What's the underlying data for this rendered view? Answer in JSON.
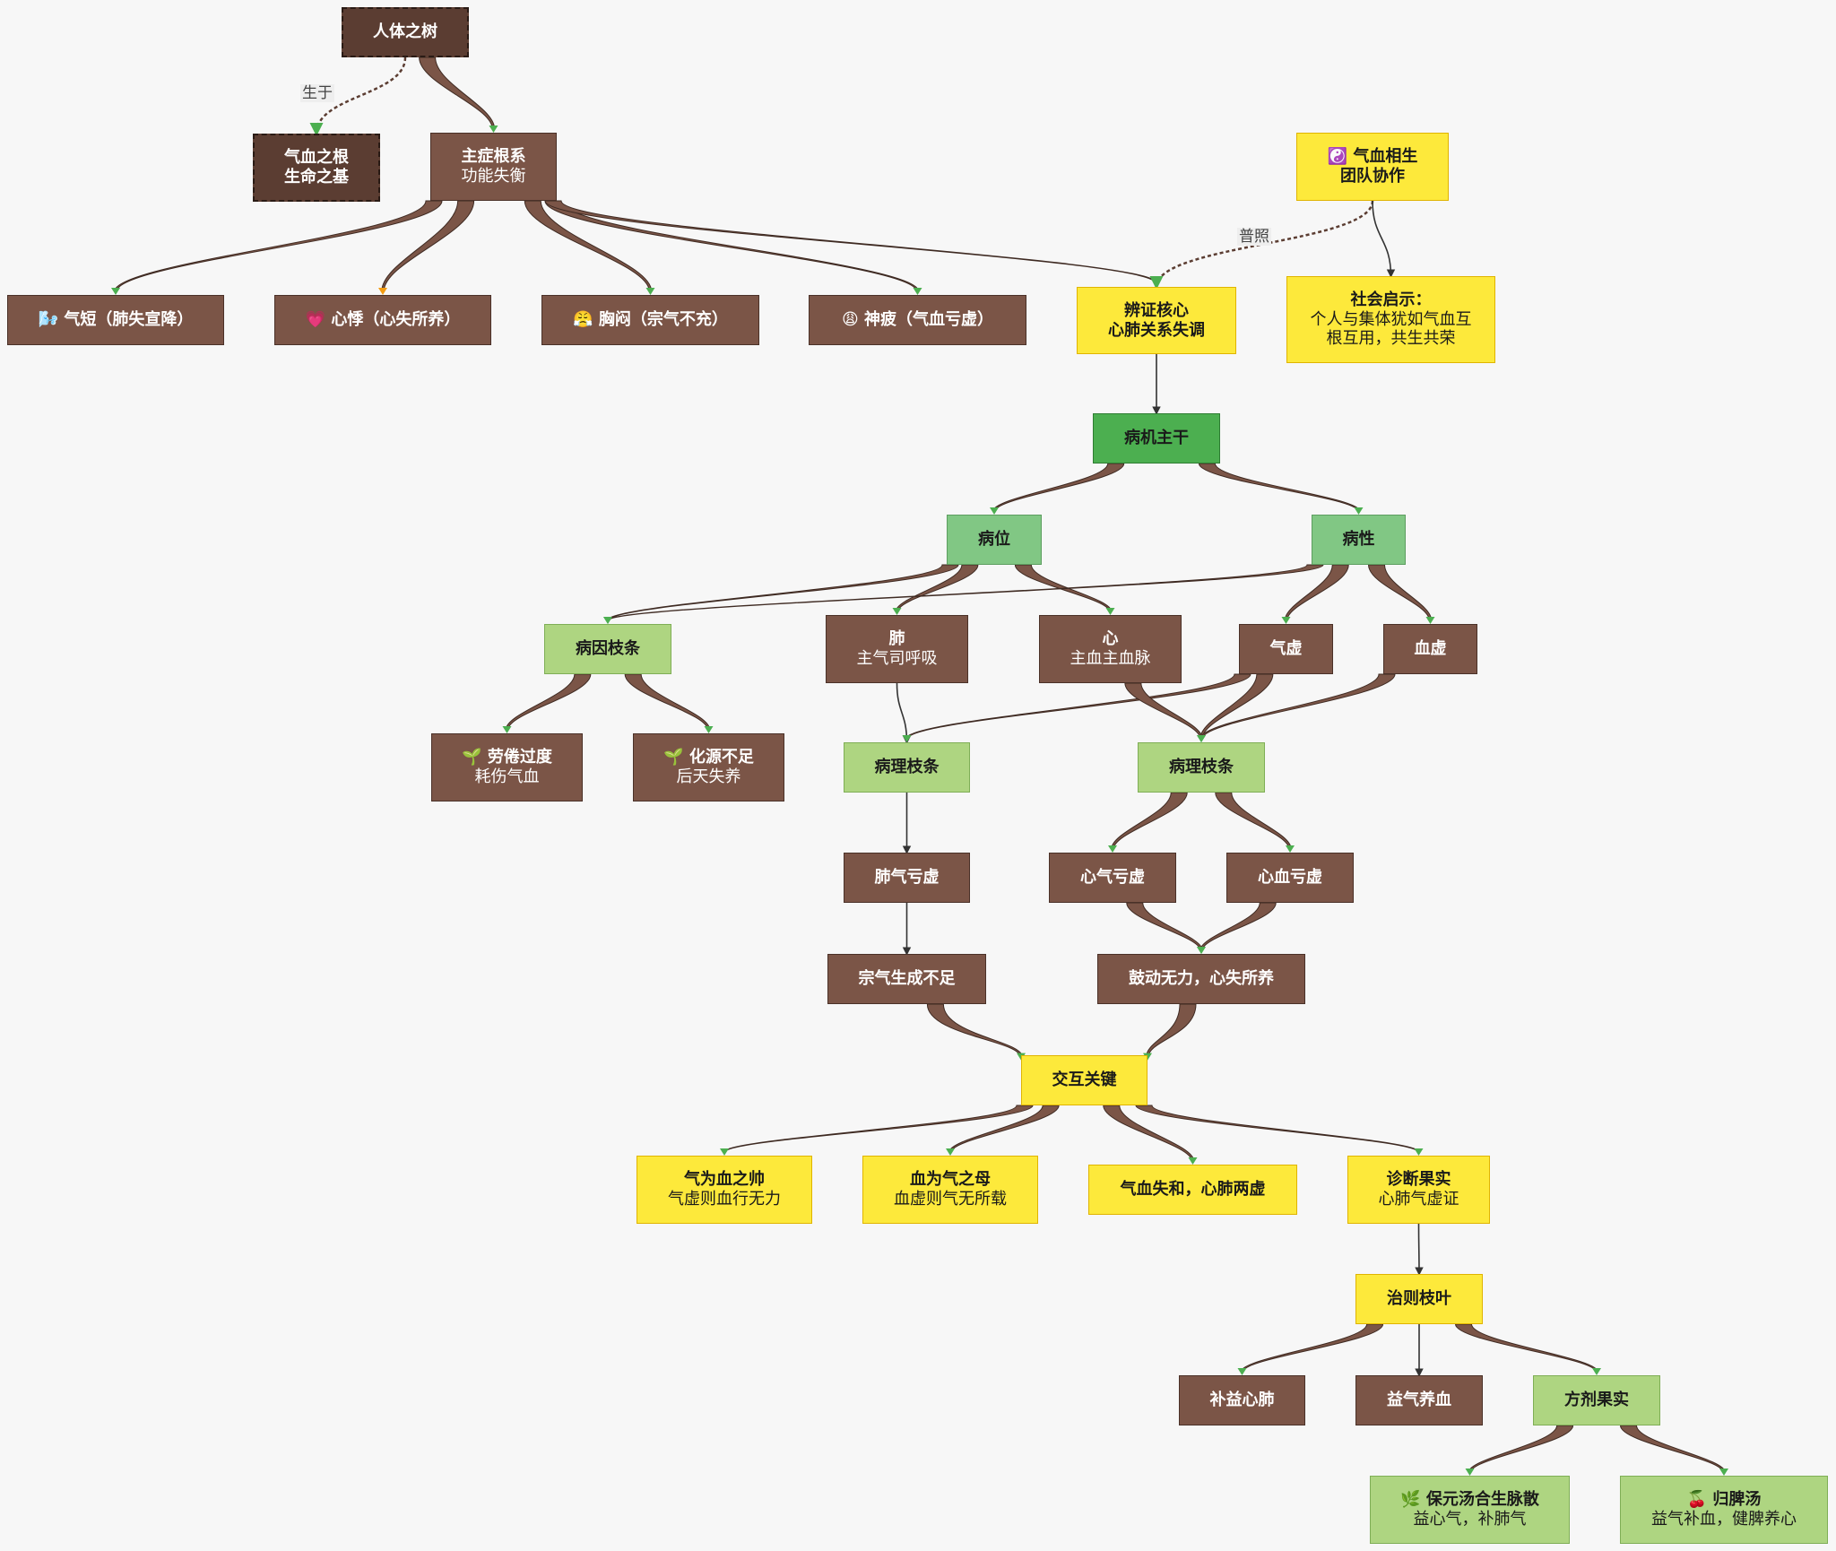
{
  "nodes": {
    "root": {
      "l1": "人体之树",
      "l2": ""
    },
    "qixue_root": {
      "l1": "气血之根",
      "l2": "生命之基"
    },
    "zhuzheng": {
      "l1": "主症根系",
      "l2": "功能失衡"
    },
    "qiduan": {
      "l1": "🌬️ 气短（肺失宣降）",
      "l2": ""
    },
    "xinji": {
      "l1": "💗 心悸（心失所养）",
      "l2": ""
    },
    "xiongmen": {
      "l1": "😤 胸闷（宗气不充）",
      "l2": ""
    },
    "shenpi": {
      "l1": "😩 神疲（气血亏虚）",
      "l2": ""
    },
    "bianzheng": {
      "l1": "辨证核心",
      "l2": "心肺关系失调"
    },
    "xiangsheng": {
      "l1": "☯️ 气血相生",
      "l2": "团队协作"
    },
    "shehui": {
      "l1": "社会启示：",
      "l2": "个人与集体犹如气血互根互用，共生共荣"
    },
    "bingji": {
      "l1": "病机主干",
      "l2": ""
    },
    "bingwei": {
      "l1": "病位",
      "l2": ""
    },
    "bingxing": {
      "l1": "病性",
      "l2": ""
    },
    "bingyin": {
      "l1": "病因枝条",
      "l2": ""
    },
    "fei": {
      "l1": "肺",
      "l2": "主气司呼吸"
    },
    "xin": {
      "l1": "心",
      "l2": "主血主血脉"
    },
    "qixu": {
      "l1": "气虚",
      "l2": ""
    },
    "xuexu": {
      "l1": "血虚",
      "l2": ""
    },
    "laojuan": {
      "l1": "🌱 劳倦过度",
      "l2": "耗伤气血"
    },
    "huayuan": {
      "l1": "🌱 化源不足",
      "l2": "后天失养"
    },
    "bingli1": {
      "l1": "病理枝条",
      "l2": ""
    },
    "bingli2": {
      "l1": "病理枝条",
      "l2": ""
    },
    "feiqi": {
      "l1": "肺气亏虚",
      "l2": ""
    },
    "xinqi": {
      "l1": "心气亏虚",
      "l2": ""
    },
    "xinxue": {
      "l1": "心血亏虚",
      "l2": ""
    },
    "zongqi": {
      "l1": "宗气生成不足",
      "l2": ""
    },
    "gudong": {
      "l1": "鼓动无力，心失所养",
      "l2": ""
    },
    "jiaohu": {
      "l1": "交互关键",
      "l2": ""
    },
    "qishuai": {
      "l1": "气为血之帅",
      "l2": "气虚则血行无力"
    },
    "xuemu": {
      "l1": "血为气之母",
      "l2": "血虚则气无所载"
    },
    "shihe": {
      "l1": "气血失和，心肺两虚",
      "l2": ""
    },
    "zhenduan": {
      "l1": "诊断果实",
      "l2": "心肺气虚证"
    },
    "zhize": {
      "l1": "治则枝叶",
      "l2": ""
    },
    "buyi": {
      "l1": "补益心肺",
      "l2": ""
    },
    "yiqi": {
      "l1": "益气养血",
      "l2": ""
    },
    "fangji": {
      "l1": "方剂果实",
      "l2": ""
    },
    "baoyuan": {
      "l1": "🌿 保元汤合生脉散",
      "l2": "益心气，补肺气"
    },
    "guipi": {
      "l1": "🍒 归脾汤",
      "l2": "益气补血，健脾养心"
    }
  },
  "edge_labels": {
    "shengyu": "生于",
    "puzhao": "普照"
  },
  "colors": {
    "brown": "#7b5547",
    "dark_brown": "#5b3d32",
    "yellow": "#fde93b",
    "light_green": "#aed581",
    "mid_green": "#81c784",
    "green": "#4caf50",
    "arrow_head": "#4caf50"
  }
}
